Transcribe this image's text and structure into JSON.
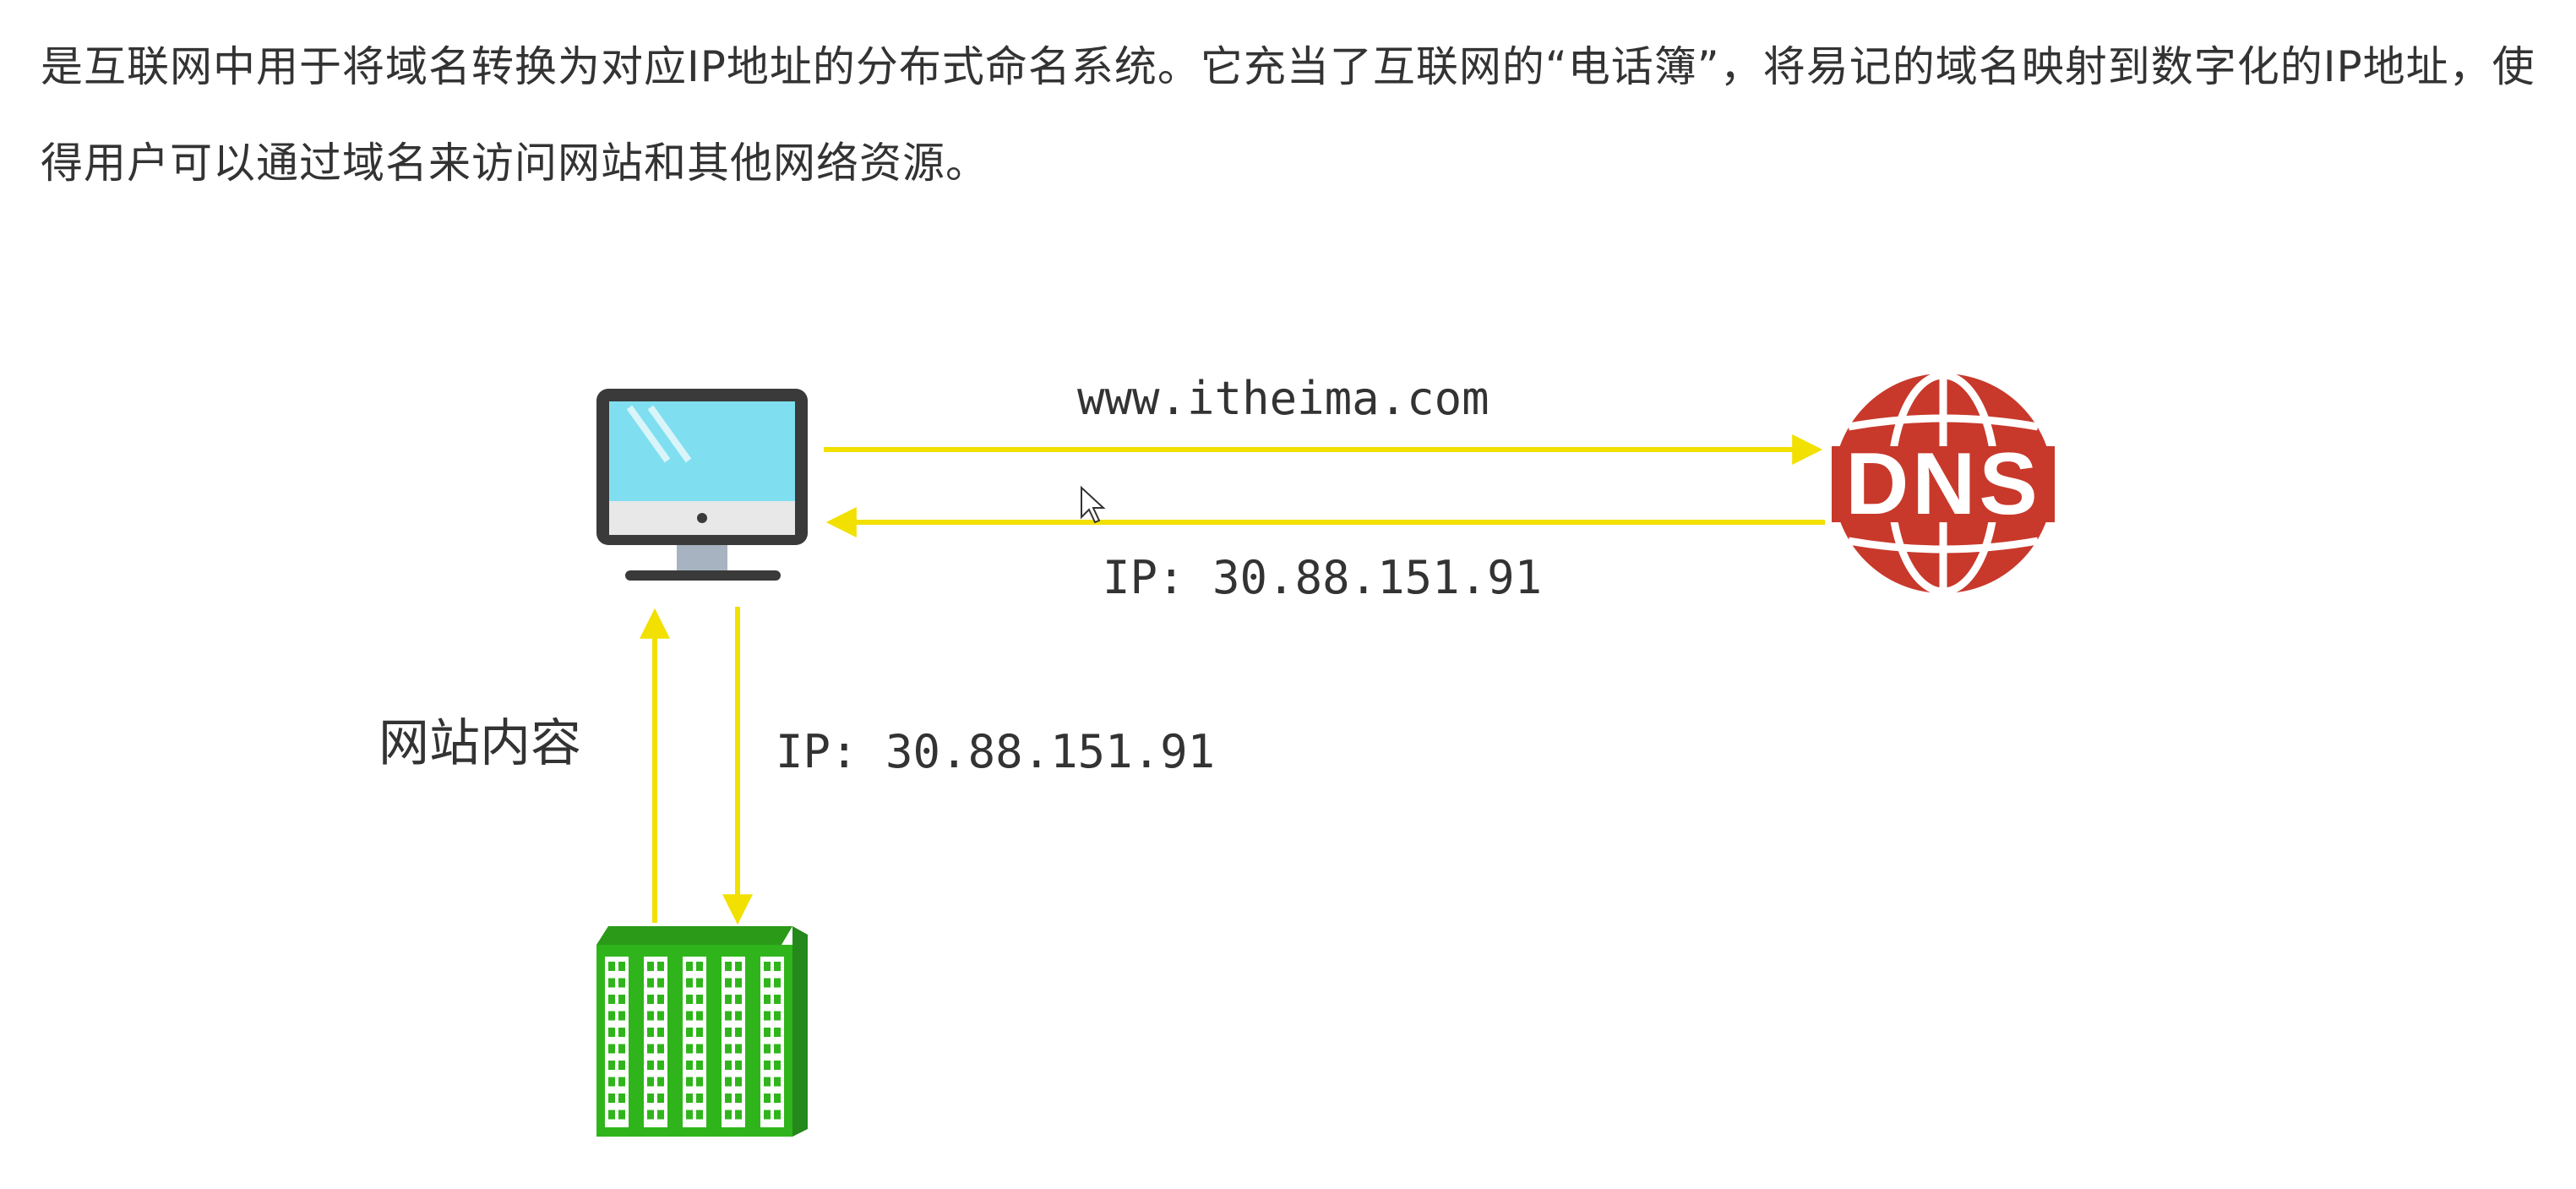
{
  "intro": {
    "text": "是互联网中用于将域名转换为对应IP地址的分布式命名系统。它充当了互联网的“电话簿”，将易记的域名映射到数字化的IP地址，使得用户可以通过域名来访问网站和其他网络资源。"
  },
  "diagram": {
    "domain_label": "www.itheima.com",
    "dns_response_label": "IP: 30.88.151.91",
    "server_request_label": "IP: 30.88.151.91",
    "content_label": "网站内容",
    "dns_icon_text": "DNS"
  },
  "colors": {
    "arrow": "#f2e000",
    "dns_red": "#c8392b",
    "monitor_screen": "#7fdff0",
    "monitor_frame": "#3a3a3a",
    "server_green": "#2fb51b"
  }
}
